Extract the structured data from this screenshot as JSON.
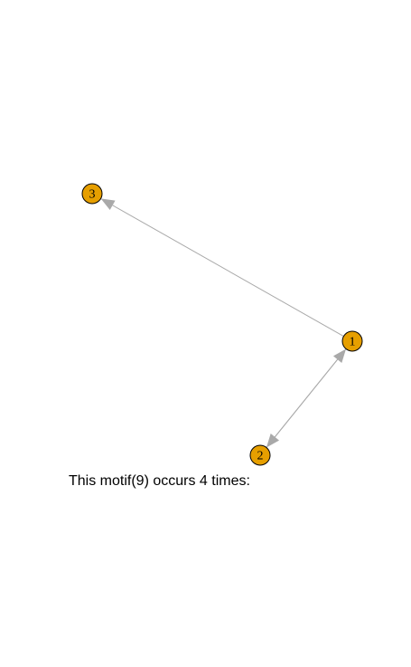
{
  "graph": {
    "nodes": [
      {
        "id": "1",
        "label": "1"
      },
      {
        "id": "2",
        "label": "2"
      },
      {
        "id": "3",
        "label": "3"
      }
    ],
    "edges": [
      {
        "from": "1",
        "to": "3"
      },
      {
        "from": "1",
        "to": "2"
      },
      {
        "from": "2",
        "to": "1"
      }
    ],
    "colors": {
      "node_fill": "#e69f00",
      "node_border": "#000000",
      "edge": "#a9a9a9"
    }
  },
  "caption": "This motif(9) occurs 4 times:"
}
